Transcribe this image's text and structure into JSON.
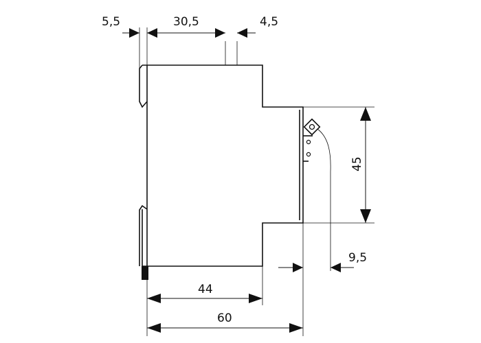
{
  "dimensions": {
    "rail_offset": "5,5",
    "top_module_width": "30,5",
    "right_step": "4,5",
    "terminal_height": "45",
    "terminal_depth": "9,5",
    "front_depth": "44",
    "overall_depth": "60"
  }
}
